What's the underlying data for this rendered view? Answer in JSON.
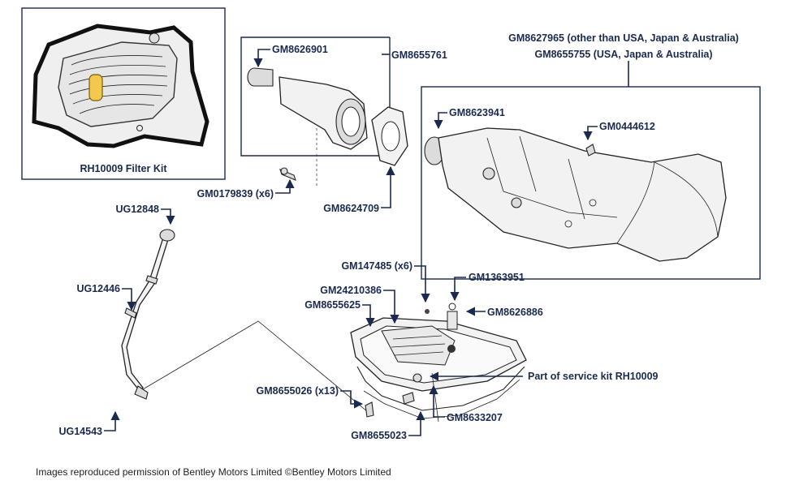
{
  "filter_kit": {
    "label": "RH10009 Filter Kit"
  },
  "callouts": {
    "gm8626901": "GM8626901",
    "gm8655761": "GM8655761",
    "gm8627965": "GM8627965 (other than USA, Japan & Australia)",
    "gm8655755": "GM8655755 (USA, Japan & Australia)",
    "gm8623941": "GM8623941",
    "gm0444612": "GM0444612",
    "gm0179839": "GM0179839 (x6)",
    "gm8624709": "GM8624709",
    "ug12848": "UG12848",
    "ug12446": "UG12446",
    "gm147485": "GM147485 (x6)",
    "gm1363951": "GM1363951",
    "gm24210386": "GM24210386",
    "gm8655625": "GM8655625",
    "gm8626886": "GM8626886",
    "service_kit": "Part of service kit RH10009",
    "gm8655026": "GM8655026 (x13)",
    "gm8633207": "GM8633207",
    "ug14543": "UG14543",
    "gm8655023": "GM8655023"
  },
  "footer": {
    "credit": "Images reproduced permission of Bentley Motors Limited ©Bentley Motors Limited"
  },
  "colors": {
    "callout_text": "#1a2a4f",
    "frame": "#1a2a4f",
    "filter_element": "#f2c94c"
  }
}
